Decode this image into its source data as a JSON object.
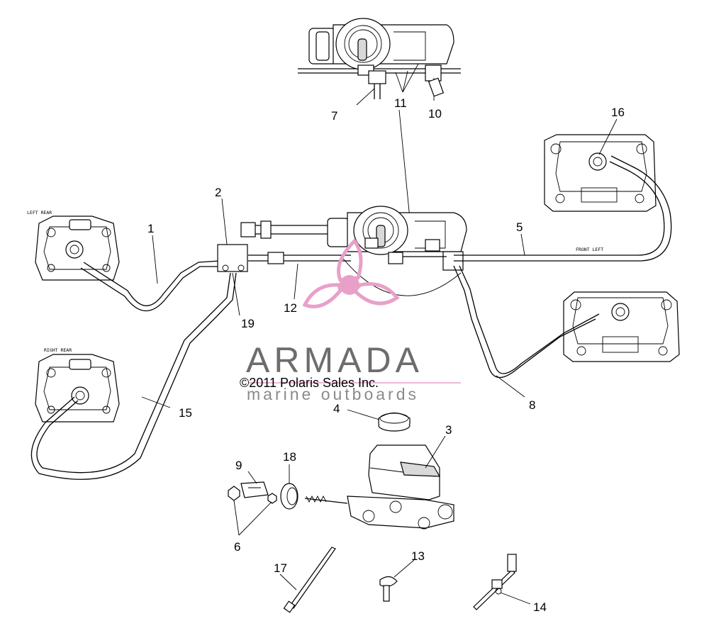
{
  "callouts": [
    "1",
    "2",
    "3",
    "4",
    "5",
    "6",
    "7",
    "8",
    "9",
    "10",
    "11",
    "12",
    "13",
    "14",
    "15",
    "16",
    "17",
    "18",
    "19"
  ],
  "component_labels": {
    "left_rear": "LEFT REAR",
    "right_rear": "RIGHT REAR",
    "front_left": "FRONT LEFT"
  },
  "copyright": "©2011 Polaris Sales Inc.",
  "watermark": {
    "brand": "ARMADA",
    "tagline": "marine outboards",
    "logo_color": "#e8a0c8",
    "text_color": "#6d6d6d"
  }
}
